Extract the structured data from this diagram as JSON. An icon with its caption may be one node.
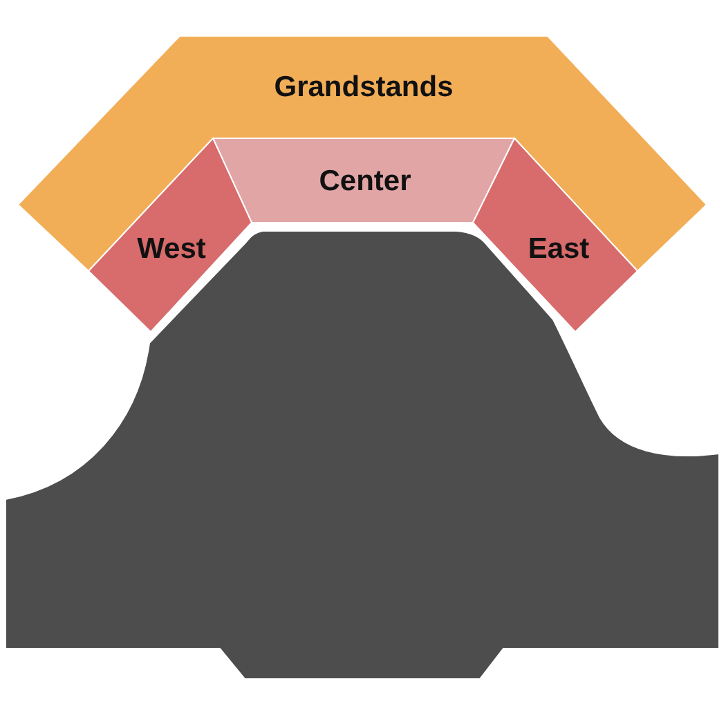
{
  "diagram": {
    "nodes": [
      {
        "text": [
          "Grandstands"
        ]
      },
      {
        "text": [
          "Center"
        ]
      },
      {
        "text": [
          "West"
        ]
      },
      {
        "text": [
          "East"
        ]
      },
      {
        "text": [],
        "shape": "box"
      }
    ]
  }
}
